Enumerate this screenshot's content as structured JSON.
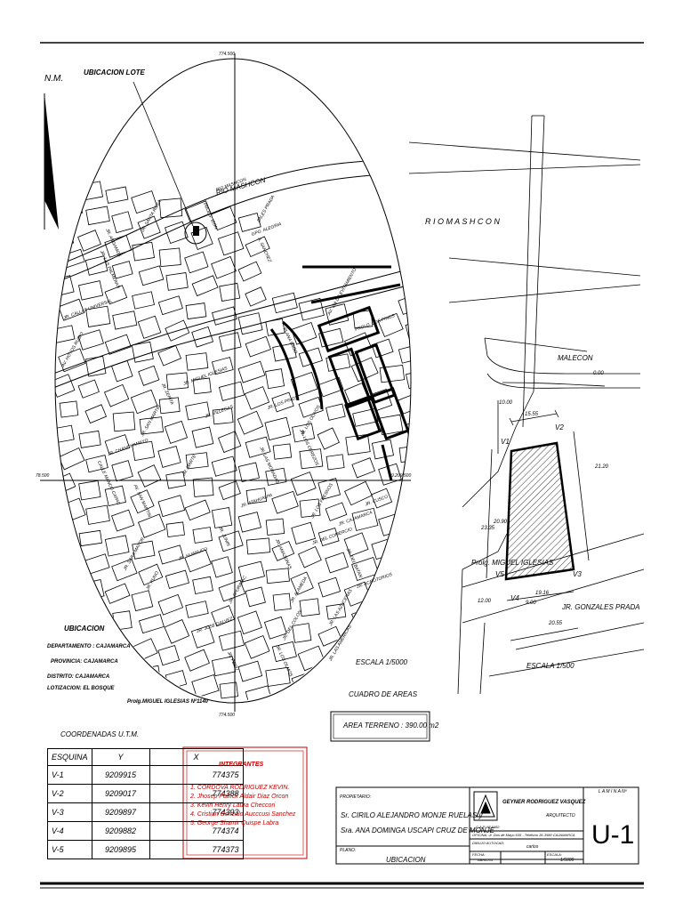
{
  "plan": {
    "north_label": "N.M.",
    "ubicacion_lote": "UBICACION LOTE",
    "river_map": "RIO MASHCON",
    "river_plan": "R I O M A S H C O N",
    "malecon": "MALECON",
    "malecon_level": "0.00",
    "prolongation": "Prolg. MIGUEL IGLESIAS",
    "street": "JR. GONZALES PRADA",
    "scale_plan": "ESCALA 1/500",
    "scale_map": "ESCALA 1/5000",
    "coord_top": "774.500",
    "coord_bottom": "774.500",
    "coord_left": "78.500",
    "coord_right": "9.209.500",
    "prolg_map_note": "Prolg.MIGUEL IGLESIAS Nº1140",
    "vertices": [
      "V1",
      "V2",
      "V3",
      "V4",
      "V5"
    ],
    "dimensions": [
      "15.55",
      "10.00",
      "21.20",
      "20.90",
      "23.35",
      "19.16",
      "9.00",
      "12.00",
      "20.55"
    ]
  },
  "map_streets": [
    "RIO MASHCON",
    "PROLG. IZON",
    "ZALES PRADA",
    "GPO. ALEGRIA",
    "A. SANCHEZ",
    "AV. VIA DE EVITAMIENTO",
    "PROLG. LOS PINOS",
    "PLANA PAGO",
    "AV. HOYOS RUBIO",
    "JR. MIGUEL IGLESIAS",
    "JR. LOS CEREZOS",
    "JR. LOS OLIVOS",
    "JR. LOS PINOS",
    "JR. ZEPITA",
    "JR. SAN MARTIN",
    "JR. CHANCHAMAYO",
    "AV. SAN MARTIN",
    "JR. SARA MAYOR",
    "JR. HUANUCO",
    "JR. JUNIN",
    "JR. APURIMAC",
    "JR. JOSE GALVEZ",
    "CALLE MANCO CAPAC",
    "JR. PUNO",
    "JR. ATAHUALPA",
    "JR. AMAZONAS",
    "JR. ALAMEDA",
    "JR. DEL COMERCIO",
    "JR. DEL BATAN",
    "JR. LAS AZUCENAS",
    "JR. CALLAS UNIVERSAL",
    "JR. LAS PALMERAS",
    "JR. DEL COLON",
    "JR. CAJAMARCA",
    "JR. ANGAMOS",
    "JR. SANTA ROSA",
    "JR. VILLEGAS",
    "JR. LAS MORADAS",
    "JR. LOS FRESNOS",
    "JR. ACROTORIOS",
    "JR. LOS OLMOS",
    "JR. LAS AMERICAS",
    "JR. CUSCO",
    "JR. PERU",
    "JR. MARTE"
  ],
  "ubicacion": {
    "title": "UBICACION",
    "departamento": "DEPARTAMENTO : CAJAMARCA",
    "provincia": "PROVINCIA: CAJAMARCA",
    "distrito": "DISTRITO: CAJAMARCA",
    "lotizacion": "LOTIZACION: EL BOSQUE"
  },
  "areas": {
    "title": "CUADRO DE AREAS",
    "area_terreno": "AREA TERRENO : 390.00 m2"
  },
  "utm": {
    "title": "COORDENADAS U.T.M.",
    "headers": [
      "ESQUINA",
      "Y",
      "X"
    ],
    "rows": [
      [
        "V-1",
        "9209915",
        "774375"
      ],
      [
        "V-2",
        "9209017",
        "774388"
      ],
      [
        "V-3",
        "9209897",
        "774393"
      ],
      [
        "V-4",
        "9209882",
        "774374"
      ],
      [
        "V-5",
        "9209895",
        "774373"
      ]
    ]
  },
  "integrantes": {
    "title": "INTEGRANTES",
    "members": [
      "1.  CORDOVA RODRIGUEZ KEVIN.",
      "2.  Jhosep Patrick Aldair Diaz Orcon",
      "3.  Kevin Henry Laura Checcori",
      "4.  Cristian Gonzalo Aucccusi Sanchez",
      "5.  George Shamir Quispe Labra"
    ]
  },
  "title_block": {
    "propietario_label": "PROPIETARIO:",
    "owner1": "Sr. CIRILO ALEJANDRO MONJE RUELAS y",
    "owner2": "Sra. ANA DOMINGA USCAPI CRUZ DE MONJE",
    "plano_label": "PLANO:",
    "plano": "UBICACION",
    "architect": "GEYNER RODRIGUEZ VASQUEZ",
    "architect_role": "ARQUITECTO",
    "cap": "C.A.P. Nº 5482",
    "oficina": "OFICINA: Jr. Dos de Mayo 635 - Telefono 36-3580 CAJAMARCA",
    "dibujo_label": "DIBUJO AUTOCAD:",
    "dibujo": "carlos",
    "fecha_label": "FECHA:",
    "fecha": "ABRIL/05",
    "escala_label": "ESCALA:",
    "escala": "1/5000",
    "lamina_label": "L A M I N A Nº",
    "lamina": "U-1"
  }
}
